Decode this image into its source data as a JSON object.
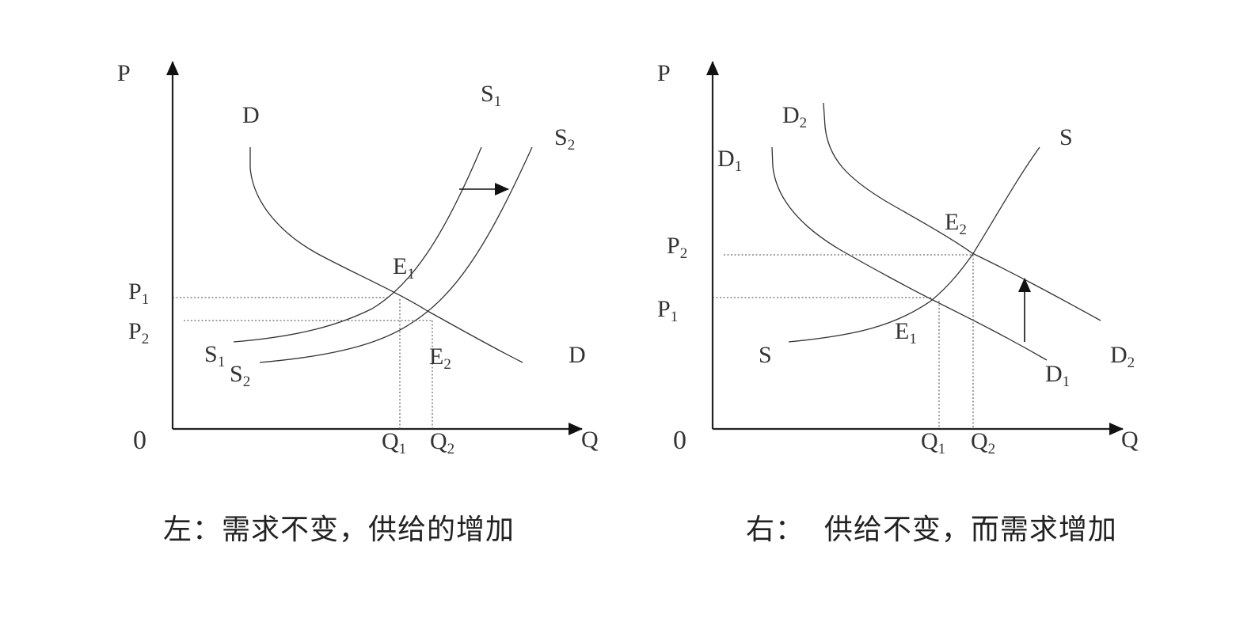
{
  "left_panel": {
    "caption": "左：需求不变，供给的增加",
    "axis": {
      "y": "P",
      "x": "Q",
      "origin": "0"
    },
    "labels": {
      "D_top": "D",
      "D_bottom": "D",
      "S1_top": "S",
      "S1_top_sub": "1",
      "S2_top": "S",
      "S2_top_sub": "2",
      "S1_bottom": "S",
      "S1_bottom_sub": "1",
      "S2_bottom": "S",
      "S2_bottom_sub": "2",
      "E1": "E",
      "E1_sub": "1",
      "E2": "E",
      "E2_sub": "2",
      "P1": "P",
      "P1_sub": "1",
      "P2": "P",
      "P2_sub": "2",
      "Q1": "Q",
      "Q1_sub": "1",
      "Q2": "Q",
      "Q2_sub": "2"
    },
    "shift": "supply curve shifts right (S1 → S2)"
  },
  "right_panel": {
    "caption": "右：  供给不变，而需求增加",
    "axis": {
      "y": "P",
      "x": "Q",
      "origin": "0"
    },
    "labels": {
      "D1_top": "D",
      "D1_top_sub": "1",
      "D2_top": "D",
      "D2_top_sub": "2",
      "D1_bottom": "D",
      "D1_bottom_sub": "1",
      "D2_bottom": "D",
      "D2_bottom_sub": "2",
      "S_top": "S",
      "S_bottom": "S",
      "E1": "E",
      "E1_sub": "1",
      "E2": "E",
      "E2_sub": "2",
      "P1": "P",
      "P1_sub": "1",
      "P2": "P",
      "P2_sub": "2",
      "Q1": "Q",
      "Q1_sub": "1",
      "Q2": "Q",
      "Q2_sub": "2"
    },
    "shift": "demand curve shifts up (D1 → D2)"
  }
}
